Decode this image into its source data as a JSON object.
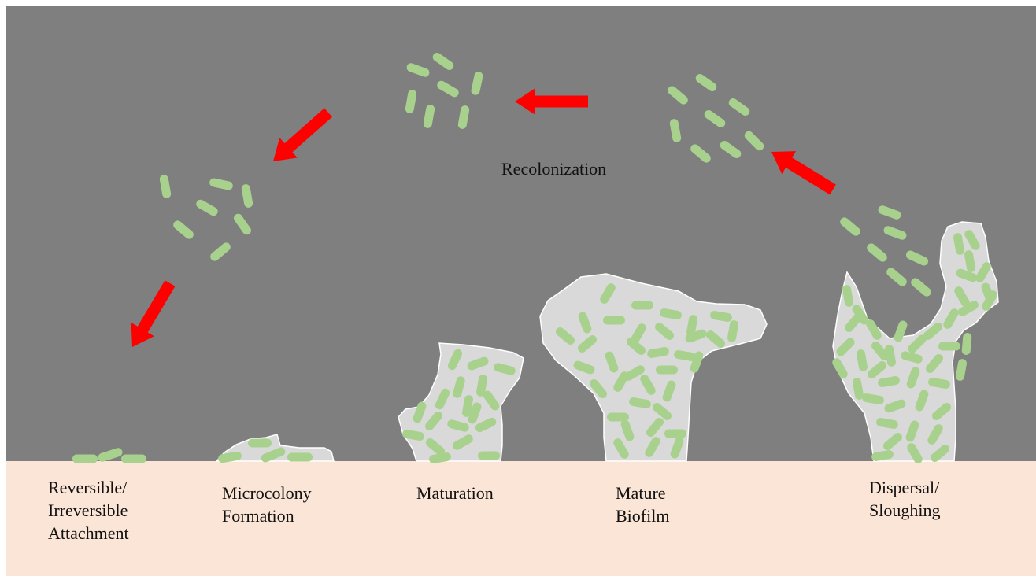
{
  "colors": {
    "background": "#7f7f7f",
    "substrate": "#fbe5d6",
    "matrix": "#d9d9d9",
    "bacteria": "#a9d18e",
    "arrow": "#ff0000",
    "border": "#ffffff"
  },
  "icons": {
    "bacterium": "rounded-rod-icon",
    "arrow": "thick-arrow-icon"
  },
  "process_label": "Recolonization",
  "stages": [
    {
      "id": "attachment",
      "lines": [
        "Reversible/",
        "Irreversible",
        "Attachment"
      ]
    },
    {
      "id": "microcolony",
      "lines": [
        "Microcolony",
        "Formation"
      ]
    },
    {
      "id": "maturation",
      "lines": [
        "Maturation"
      ]
    },
    {
      "id": "mature",
      "lines": [
        "Mature",
        "Biofilm"
      ]
    },
    {
      "id": "dispersal",
      "lines": [
        "Dispersal/",
        "Sloughing"
      ]
    }
  ]
}
